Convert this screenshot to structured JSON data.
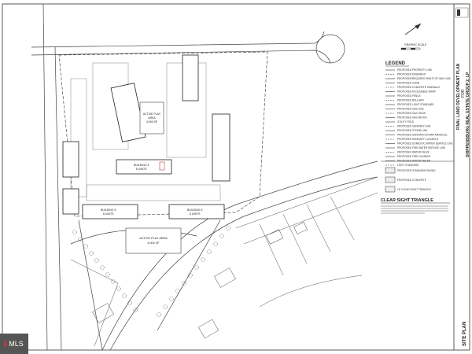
{
  "title_block": {
    "plan_title": "FINAL LAND DEVELOPMENT PLAN",
    "for": "FOR",
    "client": "SHIPPENSBURG REAL ESTATE GROUP 2, LP",
    "sheet_name": "SITE PLAN"
  },
  "graphic_scale": "GRAPHIC SCALE",
  "legend": {
    "heading": "LEGEND",
    "items": [
      "PROPOSED PROPERTY LINE",
      "PROPOSED EASEMENT",
      "PROPOSED/REQUIRED RIGHT-OF-WAY LINE",
      "PROPOSED CURB",
      "PROPOSED CONCRETE SIDEWALK",
      "PROPOSED ACCESSIBLE RAMP",
      "PROPOSED FENCE",
      "PROPOSED BOLLARD",
      "PROPOSED LIGHT STANDARD",
      "PROPOSED GAS LINE",
      "PROPOSED GAS VALVE",
      "PROPOSED GAS METER",
      "UTILITY POLE",
      "PROPOSED SANITARY LINE",
      "PROPOSED STORM LINE",
      "PROPOSED SANITARY/STORM MANHOLE",
      "PROPOSED SANITARY CLEANOUT",
      "PROPOSED DOMESTIC WATER SERVICE LINE",
      "PROPOSED FIRE WATER SERVICE LINE",
      "PROPOSED WATER VALVE",
      "PROPOSED FIRE HYDRANT",
      "PROPOSED WATER METER",
      "LIGHT STANDARD"
    ],
    "hatches": [
      "PROPOSED STANDARD PAVING",
      "PROPOSED CONCRETE",
      "15' CLEAR SIGHT TRIANGLE"
    ]
  },
  "clear_sight": {
    "heading": "CLEAR SIGHT TRIANGLE"
  },
  "plan": {
    "play_area_1": [
      "ACTIVE PLAY",
      "AREA",
      "4,000 SF"
    ],
    "play_area_2": [
      "ACTIVE PLAY AREA",
      "4,000 SF"
    ],
    "building_4": [
      "BUILDING 4",
      "8 UNITS"
    ],
    "building_5": [
      "BUILDING 5",
      "8 UNITS"
    ],
    "building_6": [
      "BUILDING 6",
      "8 UNITS"
    ]
  },
  "watermark": "MLS",
  "colors": {
    "line": "#333333",
    "accent": "#cc3333"
  }
}
